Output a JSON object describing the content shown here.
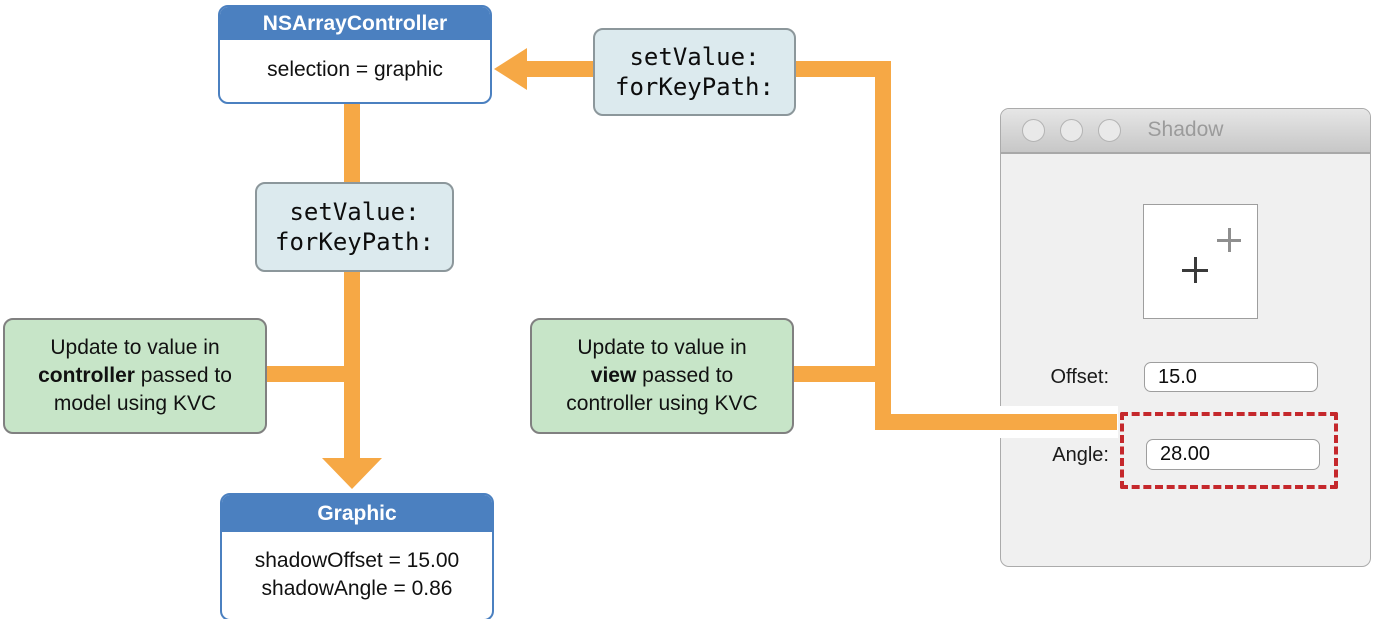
{
  "colors": {
    "arrow_orange": "#F6A845",
    "class_header_blue": "#4B80C0",
    "note_green": "#C7E5C8",
    "kvc_box_blue": "#DCEAEE",
    "highlight_red": "#C5282C"
  },
  "controller_box": {
    "title": "NSArrayController",
    "body": "selection = graphic"
  },
  "kvc_call_top": {
    "line1": "setValue:",
    "line2": "forKeyPath:"
  },
  "kvc_call_middle": {
    "line1": "setValue:",
    "line2": "forKeyPath:"
  },
  "note_controller": {
    "line1": "Update to value in",
    "bold": "controller",
    "line2_rest": " passed to",
    "line3": "model using KVC"
  },
  "note_view": {
    "line1": "Update to value in",
    "bold": "view",
    "line2_rest": " passed to",
    "line3": "controller using KVC"
  },
  "model_box": {
    "title": "Graphic",
    "line1": "shadowOffset = 15.00",
    "line2": "shadowAngle = 0.86"
  },
  "inspector_window": {
    "title": "Shadow",
    "offset_label": "Offset:",
    "offset_value": "15.0",
    "angle_label": "Angle:",
    "angle_value": "28.00"
  }
}
